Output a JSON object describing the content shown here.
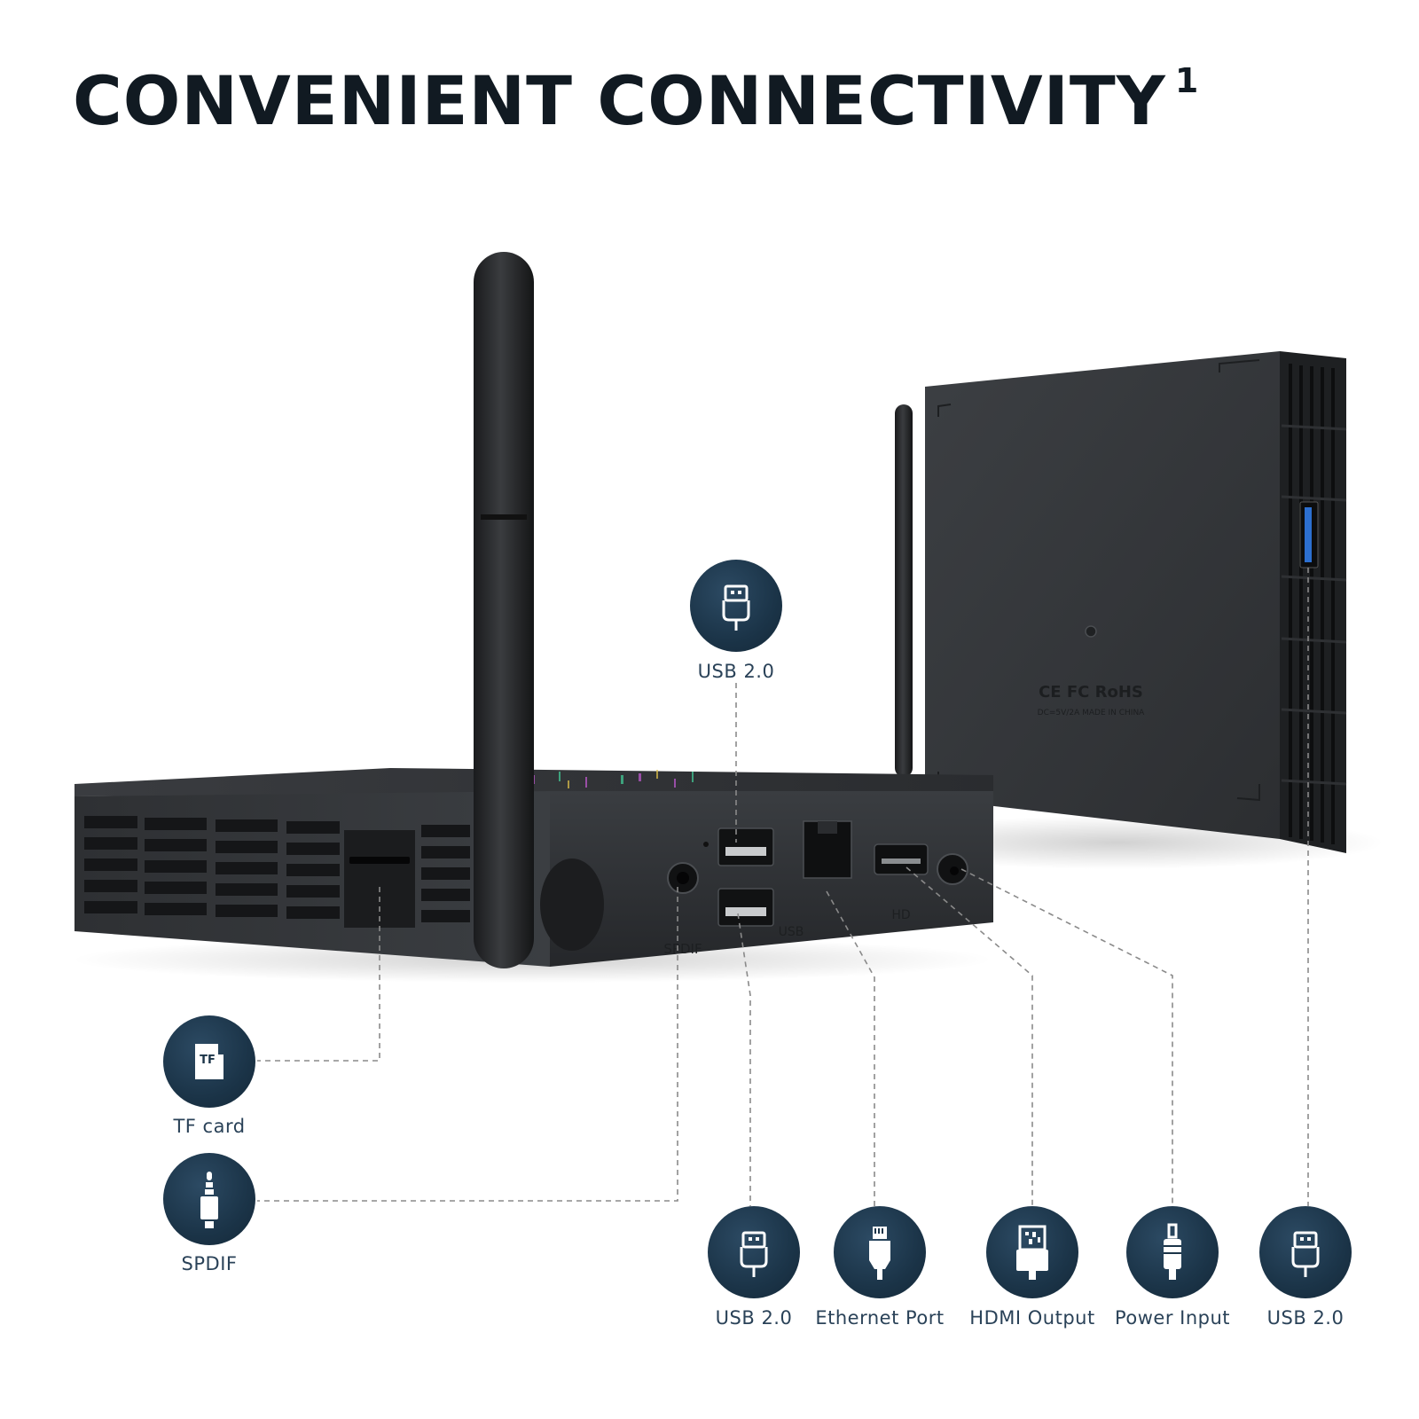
{
  "page": {
    "title": "CONVENIENT CONNECTIVITY",
    "footnote_marker": "1"
  },
  "device": {
    "side_labels": {
      "spdif": "SPDIF",
      "usb": "USB",
      "hdmi": "HD"
    },
    "back_text": {
      "cert": "CE FC RoHS",
      "spec": "DC=5V/2A MADE IN CHINA"
    }
  },
  "ports": [
    {
      "id": "usb-top",
      "label": "USB 2.0",
      "icon": "usb-icon"
    },
    {
      "id": "tf-card",
      "label": "TF card",
      "icon": "tf-card-icon"
    },
    {
      "id": "spdif",
      "label": "SPDIF",
      "icon": "audio-jack-icon"
    },
    {
      "id": "usb-bottom",
      "label": "USB 2.0",
      "icon": "usb-icon"
    },
    {
      "id": "ethernet",
      "label": "Ethernet Port",
      "icon": "ethernet-icon"
    },
    {
      "id": "hdmi",
      "label": "HDMI Output",
      "icon": "hdmi-icon"
    },
    {
      "id": "power",
      "label": "Power Input",
      "icon": "power-plug-icon"
    },
    {
      "id": "usb-side",
      "label": "USB 2.0",
      "icon": "usb-icon"
    }
  ],
  "colors": {
    "title": "#111a22",
    "icon_bg": "#1b3448",
    "label": "#2a4258",
    "device_body": "#2b2d30",
    "device_dark": "#1c1e20",
    "leader_line": "#8a8a8a"
  }
}
